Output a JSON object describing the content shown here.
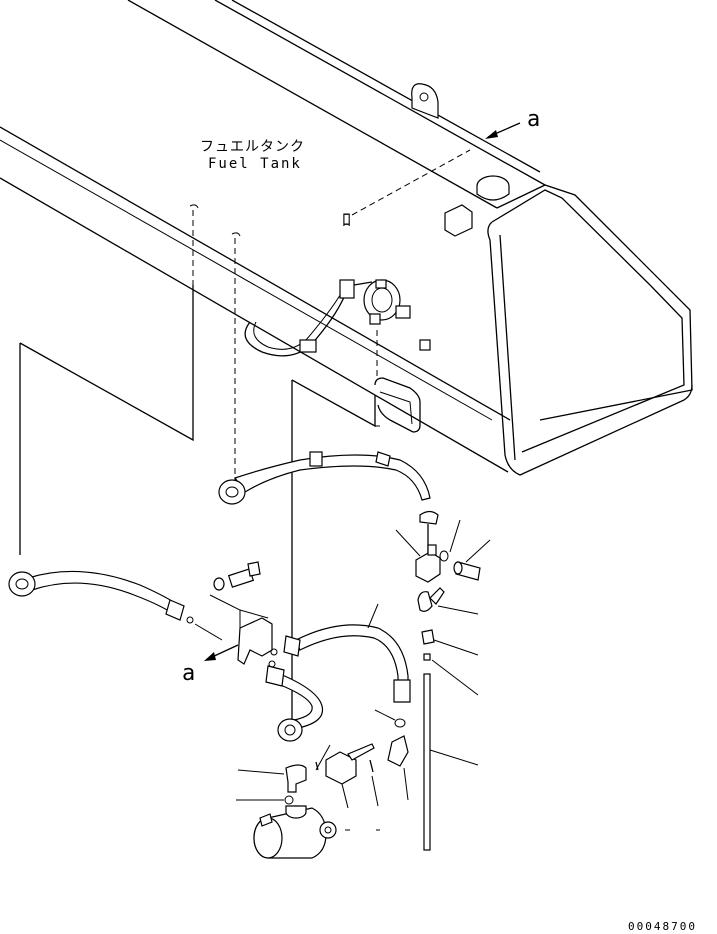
{
  "diagram": {
    "title_jp": "フュエルタンク",
    "title_en": "Fuel Tank",
    "view_label_top": "a",
    "view_label_left": "a",
    "drawing_number": "00048700"
  }
}
